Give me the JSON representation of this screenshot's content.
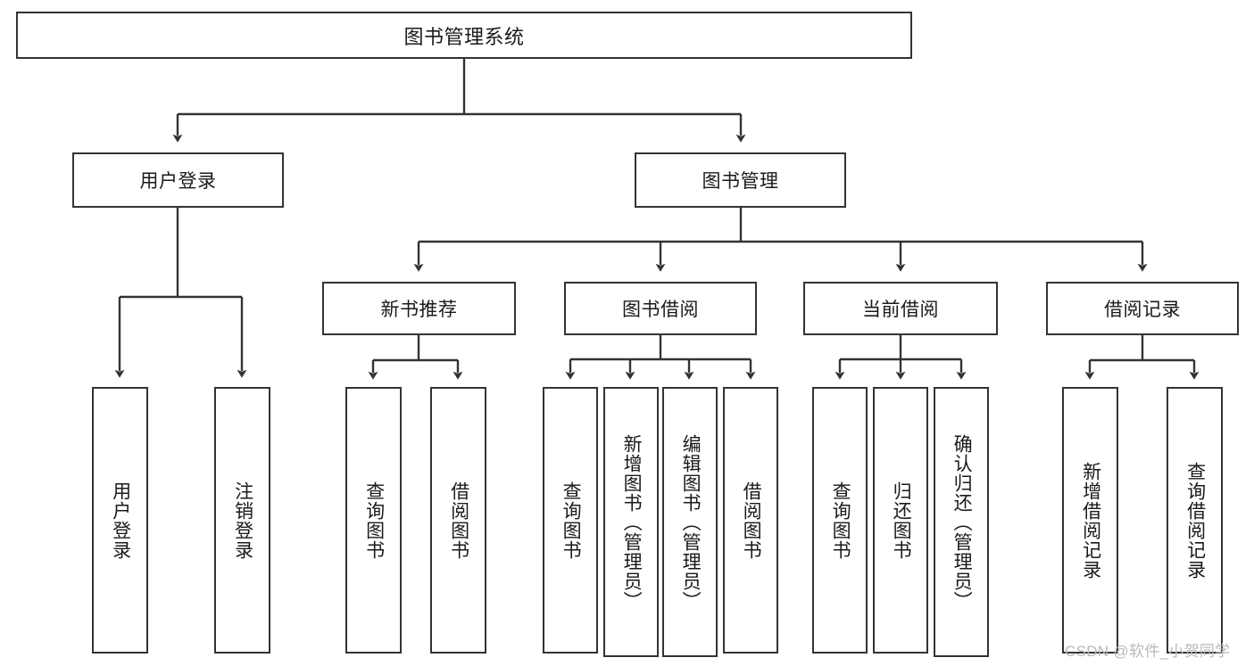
{
  "diagram": {
    "title": "图书管理系统",
    "type": "tree-hierarchy",
    "watermark": "CSDN @软件_小贺同学",
    "colors": {
      "border": "#333333",
      "background": "#ffffff",
      "text": "#1a1a1a",
      "watermark": "#b9b9b9"
    },
    "nodes": {
      "root": {
        "label": "图书管理系统",
        "orientation": "horizontal"
      },
      "level2": [
        {
          "id": "user-login",
          "label": "用户登录",
          "orientation": "horizontal"
        },
        {
          "id": "book-manage",
          "label": "图书管理",
          "orientation": "horizontal"
        }
      ],
      "level3": [
        {
          "id": "new-book-recommend",
          "label": "新书推荐",
          "orientation": "horizontal"
        },
        {
          "id": "book-borrow",
          "label": "图书借阅",
          "orientation": "horizontal"
        },
        {
          "id": "current-borrow",
          "label": "当前借阅",
          "orientation": "horizontal"
        },
        {
          "id": "borrow-record",
          "label": "借阅记录",
          "orientation": "horizontal"
        }
      ],
      "leaves": [
        {
          "id": "leaf-user-login",
          "parent": "user-login",
          "label": "用户登录",
          "orientation": "vertical"
        },
        {
          "id": "leaf-user-logout",
          "parent": "user-login",
          "label": "注销登录",
          "orientation": "vertical"
        },
        {
          "id": "leaf-query-book-1",
          "parent": "new-book-recommend",
          "label": "查询图书",
          "orientation": "vertical"
        },
        {
          "id": "leaf-borrow-book-1",
          "parent": "new-book-recommend",
          "label": "借阅图书",
          "orientation": "vertical"
        },
        {
          "id": "leaf-query-book-2",
          "parent": "book-borrow",
          "label": "查询图书",
          "orientation": "vertical"
        },
        {
          "id": "leaf-add-book",
          "parent": "book-borrow",
          "label": "新增图书（管理员）",
          "orientation": "vertical"
        },
        {
          "id": "leaf-edit-book",
          "parent": "book-borrow",
          "label": "编辑图书（管理员）",
          "orientation": "vertical"
        },
        {
          "id": "leaf-borrow-book-2",
          "parent": "book-borrow",
          "label": "借阅图书",
          "orientation": "vertical"
        },
        {
          "id": "leaf-query-book-3",
          "parent": "current-borrow",
          "label": "查询图书",
          "orientation": "vertical"
        },
        {
          "id": "leaf-return-book",
          "parent": "current-borrow",
          "label": "归还图书",
          "orientation": "vertical"
        },
        {
          "id": "leaf-confirm-return",
          "parent": "current-borrow",
          "label": "确认归还（管理员）",
          "orientation": "vertical"
        },
        {
          "id": "leaf-add-record",
          "parent": "borrow-record",
          "label": "新增借阅记录",
          "orientation": "vertical"
        },
        {
          "id": "leaf-query-record",
          "parent": "borrow-record",
          "label": "查询借阅记录",
          "orientation": "vertical"
        }
      ]
    }
  }
}
